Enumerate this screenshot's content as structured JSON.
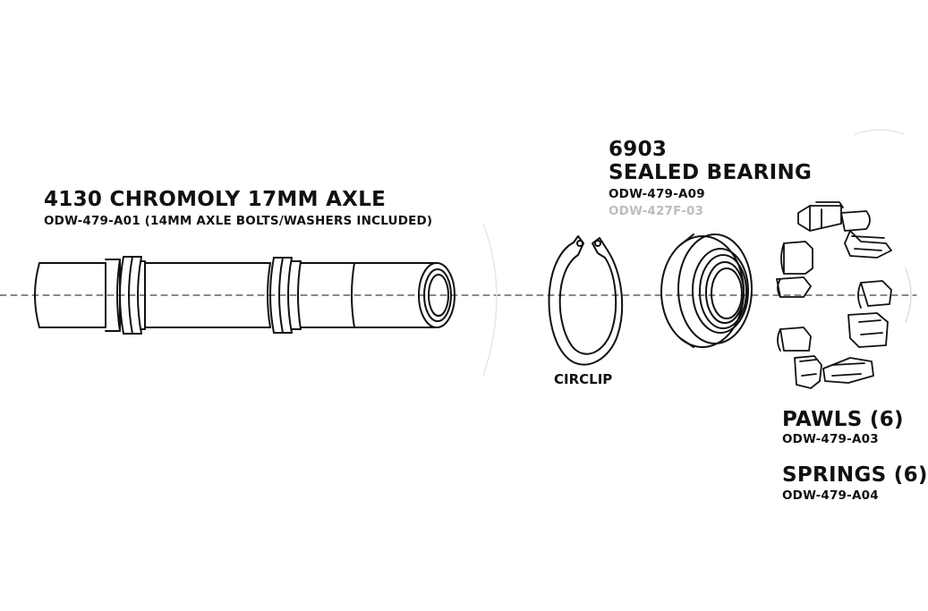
{
  "axle": {
    "title": "4130 CHROMOLY 17MM AXLE",
    "part_number": "ODW-479-A01 (14MM AXLE BOLTS/WASHERS INCLUDED)"
  },
  "bearing": {
    "size": "6903",
    "title": "SEALED BEARING",
    "part_number": "ODW-479-A09",
    "alt_part_number": "ODW-427F-03"
  },
  "circlip": {
    "title": "CIRCLIP"
  },
  "pawls": {
    "title": "PAWLS (6)",
    "part_number": "ODW-479-A03"
  },
  "springs": {
    "title": "SPRINGS (6)",
    "part_number": "ODW-479-A04"
  },
  "colors": {
    "line": "#111111",
    "faded_text": "#bdbdbd"
  }
}
